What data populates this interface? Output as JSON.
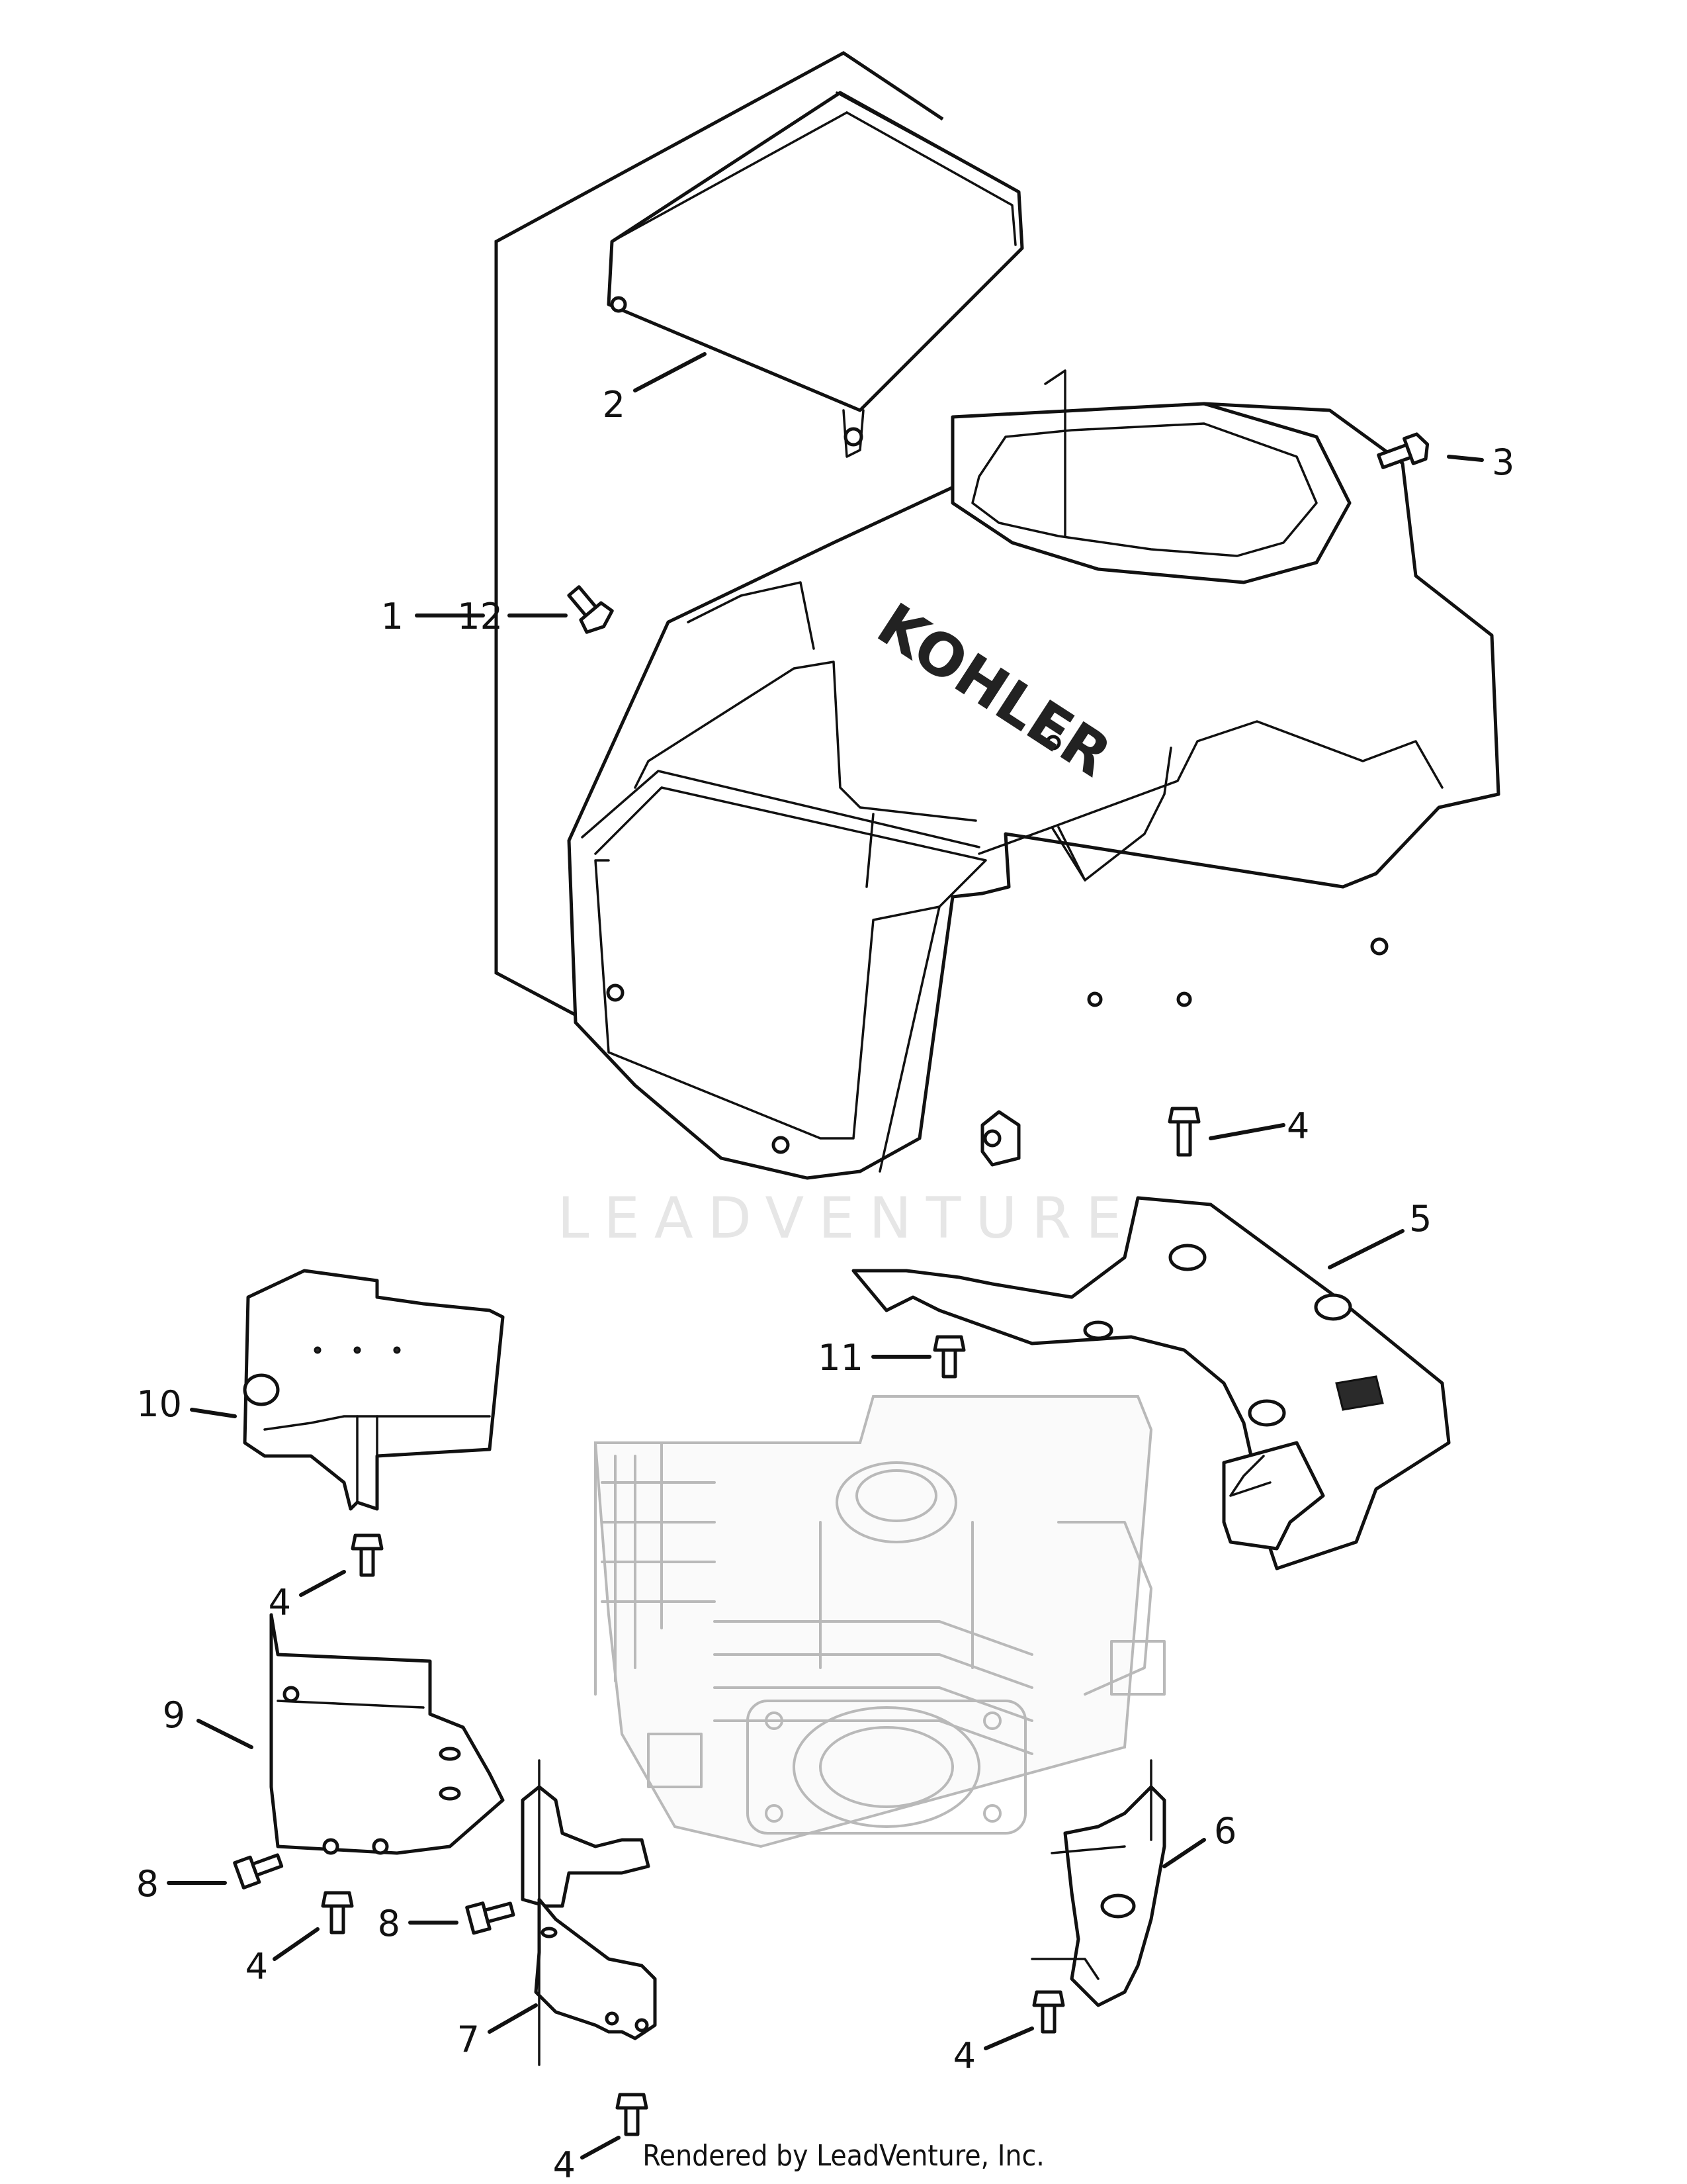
{
  "brand_logo": "KOHLER",
  "watermark": "LEADVENTURE",
  "footer": "Rendered by LeadVenture, Inc.",
  "callouts": [
    {
      "id": "c1",
      "label": "1"
    },
    {
      "id": "c2",
      "label": "2"
    },
    {
      "id": "c3",
      "label": "3"
    },
    {
      "id": "c4a",
      "label": "4"
    },
    {
      "id": "c5",
      "label": "5"
    },
    {
      "id": "c11",
      "label": "11"
    },
    {
      "id": "c12",
      "label": "12"
    },
    {
      "id": "c10",
      "label": "10"
    },
    {
      "id": "c4b",
      "label": "4"
    },
    {
      "id": "c9",
      "label": "9"
    },
    {
      "id": "c8a",
      "label": "8"
    },
    {
      "id": "c4c",
      "label": "4"
    },
    {
      "id": "c8b",
      "label": "8"
    },
    {
      "id": "c7",
      "label": "7"
    },
    {
      "id": "c4d",
      "label": "4"
    },
    {
      "id": "c6",
      "label": "6"
    },
    {
      "id": "c4e",
      "label": "4"
    }
  ]
}
